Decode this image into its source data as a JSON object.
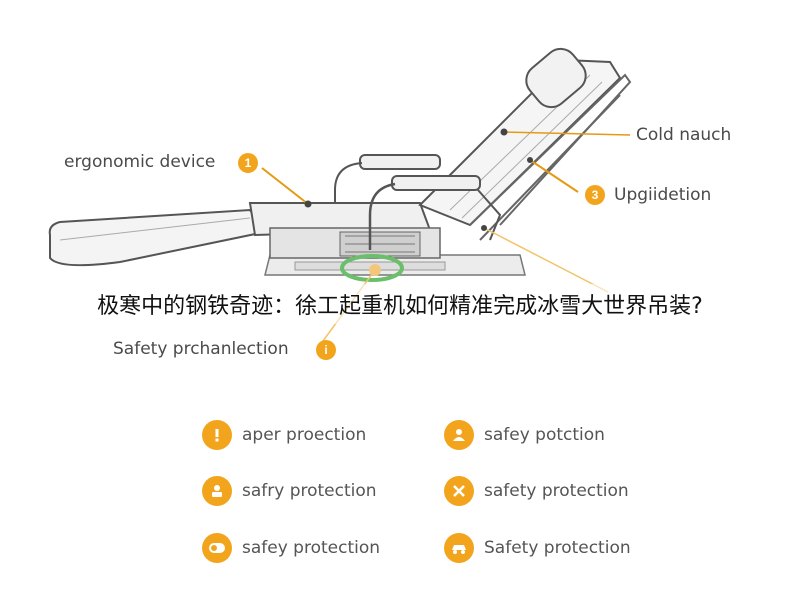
{
  "headline": "极寒中的钢铁奇迹：徐工起重机如何精准完成冰雪大世界吊装?",
  "callouts": [
    {
      "label": "ergonomic device",
      "badge": "1"
    },
    {
      "label": "Cold nauch",
      "badge": ""
    },
    {
      "label": "Upgiidetion",
      "badge": "3"
    },
    {
      "label": "Safety prchanlection",
      "badge": "i"
    }
  ],
  "legend": [
    {
      "label": "aper proection",
      "icon": "exclamation-icon"
    },
    {
      "label": "safey potction",
      "icon": "person-icon"
    },
    {
      "label": "safry protection",
      "icon": "person-icon"
    },
    {
      "label": "safety protection",
      "icon": "tools-icon"
    },
    {
      "label": "safey protection",
      "icon": "toggle-icon"
    },
    {
      "label": "Safety protection",
      "icon": "vehicle-icon"
    }
  ],
  "colors": {
    "accent": "#f2a51c",
    "line": "#555555",
    "headline": "#111111"
  }
}
